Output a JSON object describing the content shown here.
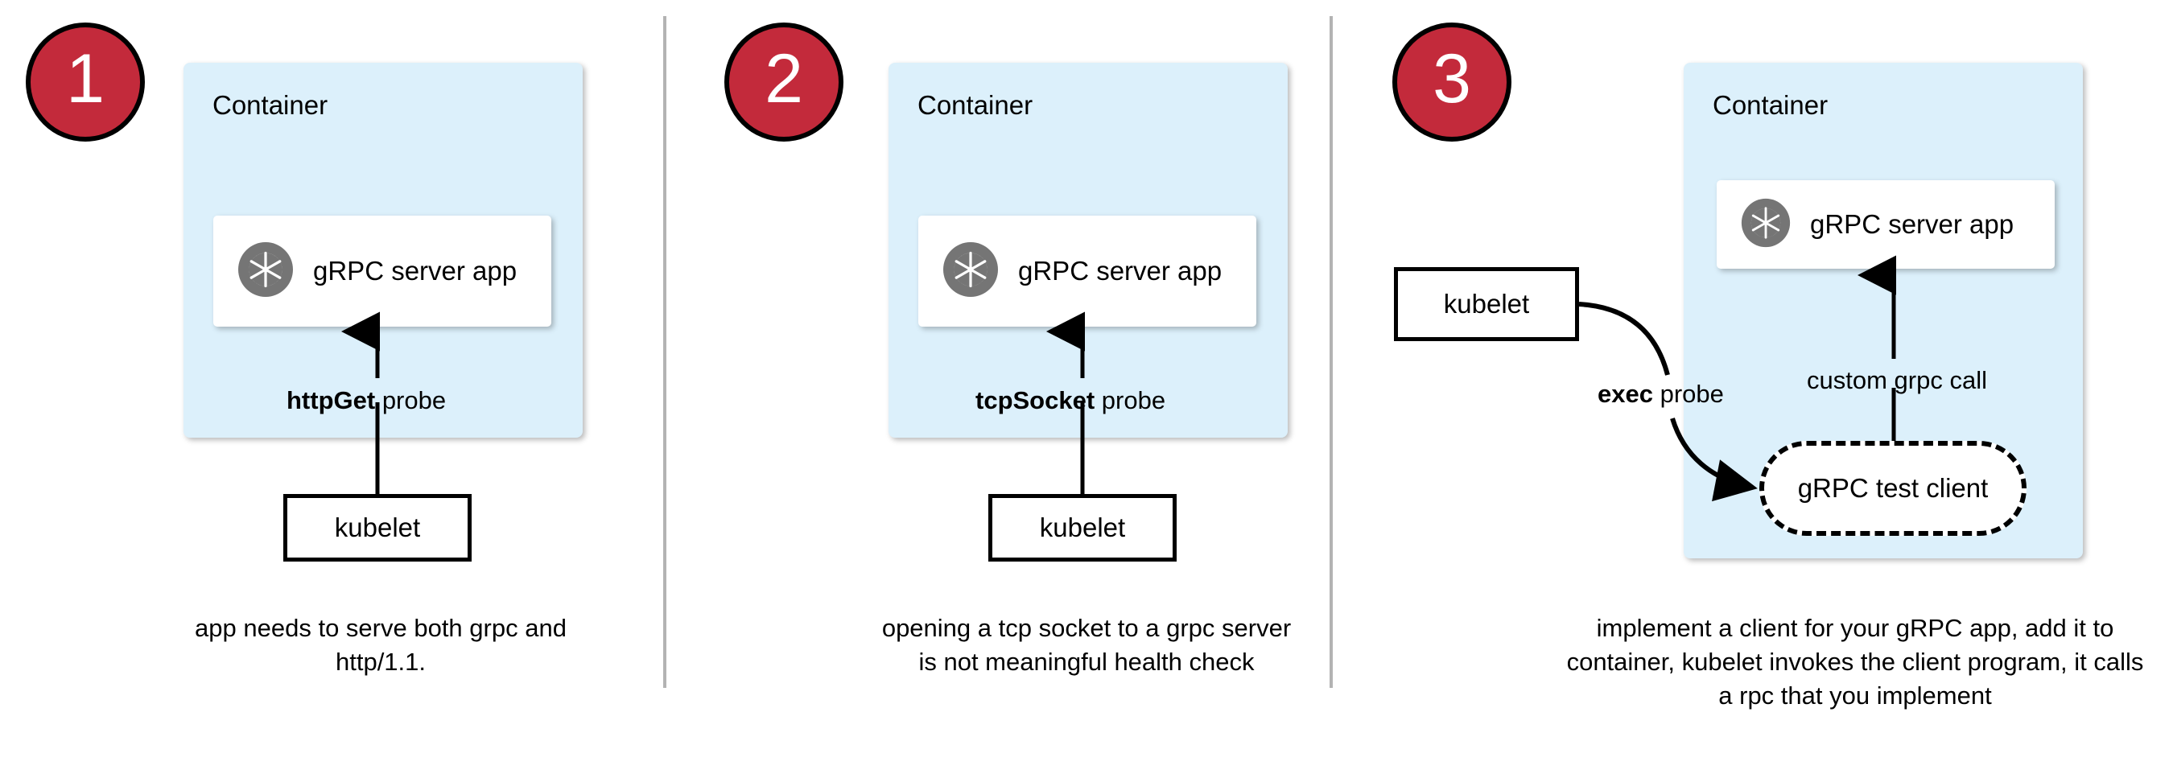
{
  "diagram": {
    "title": "gRPC health probe approaches in Kubernetes",
    "colors": {
      "badge_fill": "#C32A3B",
      "badge_border": "#000000",
      "badge_text": "#FFFFFF",
      "container_fill": "#DCF0FB",
      "card_fill": "#FFFFFF",
      "stroke": "#000000",
      "divider": "#B3B3B3",
      "grpc_icon_gray": "#757575"
    },
    "panels": [
      {
        "badge": "1",
        "container_label": "Container",
        "app_label": "gRPC server app",
        "app_icon": "grpc-aperture-icon",
        "probe_label_bold": "httpGet",
        "probe_label_rest": " probe",
        "kubelet_label": "kubelet",
        "caption": "app needs to serve both grpc and http/1.1."
      },
      {
        "badge": "2",
        "container_label": "Container",
        "app_label": "gRPC server app",
        "app_icon": "grpc-aperture-icon",
        "probe_label_bold": "tcpSocket",
        "probe_label_rest": " probe",
        "kubelet_label": "kubelet",
        "caption": "opening a tcp socket to a grpc server is not meaningful health check"
      },
      {
        "badge": "3",
        "container_label": "Container",
        "app_label": "gRPC server app",
        "app_icon": "grpc-aperture-icon",
        "probe_label_bold": "exec",
        "probe_label_rest": " probe",
        "kubelet_label": "kubelet",
        "call_label": "custom grpc call",
        "test_client_label": "gRPC test client",
        "caption": "implement a client for your gRPC app, add it to container, kubelet invokes the client program, it calls a rpc that you implement"
      }
    ]
  }
}
